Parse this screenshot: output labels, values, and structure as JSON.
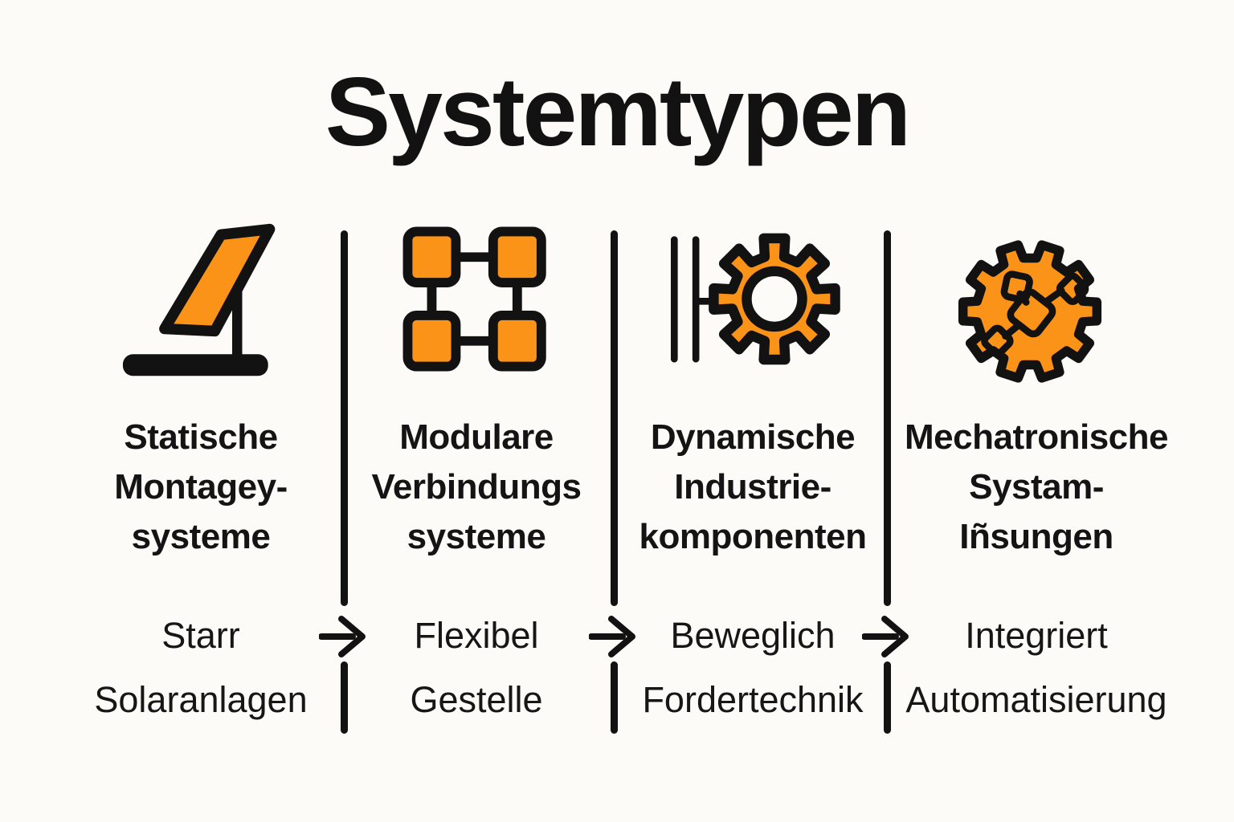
{
  "title": "Systemtypen",
  "colors": {
    "accent_orange": "#FB9318",
    "ink_black": "#121212",
    "background": "#FCFBF8"
  },
  "columns": [
    {
      "icon": "solar-panel-icon",
      "heading_lines": [
        "Statische",
        "Montagey-",
        "systeme"
      ],
      "property": "Starr",
      "example": "Solaranlagen"
    },
    {
      "icon": "modular-blocks-icon",
      "heading_lines": [
        "Modulare",
        "Verbindungs",
        "systeme"
      ],
      "property": "Flexibel",
      "example": "Gestelle"
    },
    {
      "icon": "gear-rails-icon",
      "heading_lines": [
        "Dynamische",
        "Industrie-",
        "komponenten"
      ],
      "property": "Beweglich",
      "example": "Fordertechnik"
    },
    {
      "icon": "mechatronic-gear-icon",
      "heading_lines": [
        "Mechatronische",
        "Systam-",
        "Iñsungen"
      ],
      "property": "Integriert",
      "example": "Automatisierung"
    }
  ]
}
